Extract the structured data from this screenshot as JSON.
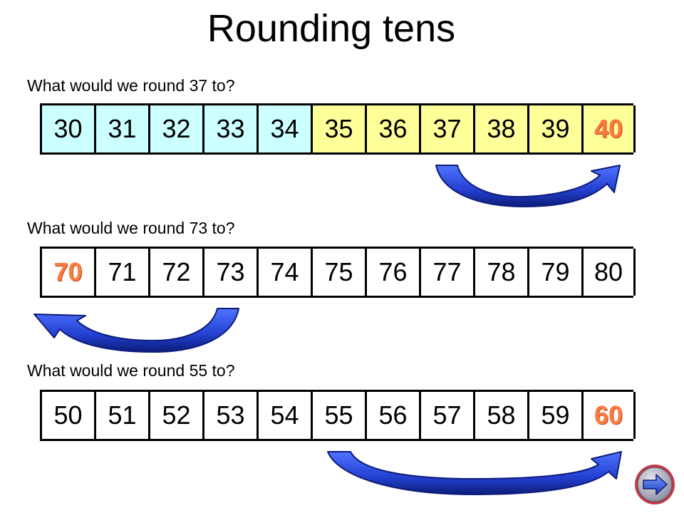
{
  "title": "Rounding tens",
  "colors": {
    "low_half": "#ccffff",
    "high_half": "#ffff99",
    "target_text": "#ff7a3d",
    "arrow_fill": "#2b4fd9",
    "arrow_dark": "#0d1c7a"
  },
  "questions": [
    {
      "text": "What would we round 37 to?",
      "cells": [
        "30",
        "31",
        "32",
        "33",
        "34",
        "35",
        "36",
        "37",
        "38",
        "39",
        "40"
      ],
      "highlight_colors": true,
      "target_index": 10
    },
    {
      "text": "What would we round 73 to?",
      "cells": [
        "70",
        "71",
        "72",
        "73",
        "74",
        "75",
        "76",
        "77",
        "78",
        "79",
        "80"
      ],
      "highlight_colors": false,
      "target_index": 0
    },
    {
      "text": "What would we round 55 to?",
      "cells": [
        "50",
        "51",
        "52",
        "53",
        "54",
        "55",
        "56",
        "57",
        "58",
        "59",
        "60"
      ],
      "highlight_colors": false,
      "target_index": 10
    }
  ],
  "nav": {
    "icon": "next-arrow-icon"
  }
}
